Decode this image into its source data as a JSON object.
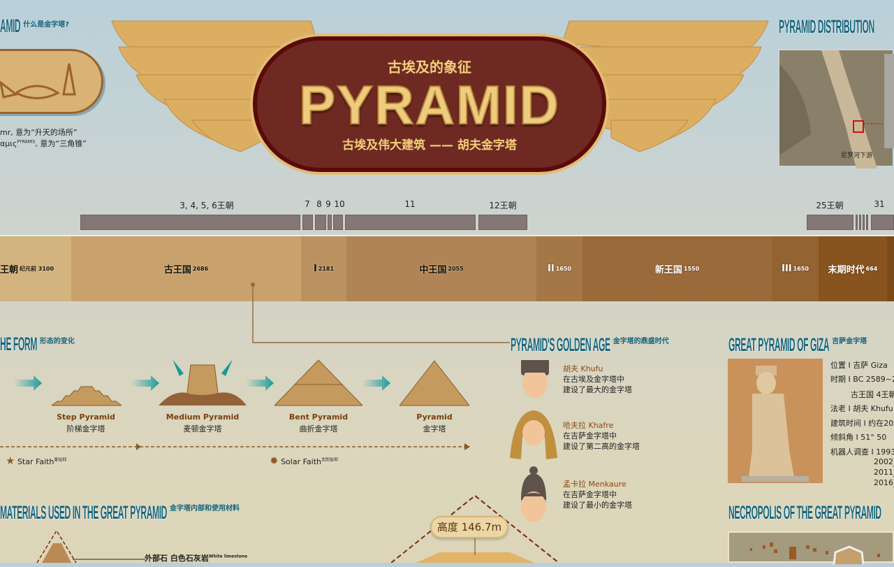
{
  "intro": {
    "title": "AMID",
    "title_cn": "什么是金字塔?",
    "line1": "mr, 意为“升天的场所”",
    "line2_pre": "αμις",
    "line2_sup": "PYRAMIS",
    "line2_post": ", 意为“三角锥”"
  },
  "banner": {
    "top": "古埃及的象征",
    "title": "PYRAMID",
    "bottom": "古埃及伟大建筑 —— 胡夫金字塔"
  },
  "distribution": {
    "title": "PYRAMID DISTRIBUTION",
    "map_label": "尼罗河下游"
  },
  "dynasties": [
    {
      "label": "3, 4, 5, 6王朝"
    },
    {
      "label": "7"
    },
    {
      "label": "8"
    },
    {
      "label": "9"
    },
    {
      "label": "10"
    },
    {
      "label": "11"
    },
    {
      "label": "12王朝"
    },
    {
      "label": "25王朝"
    },
    {
      "label": "31"
    }
  ],
  "eras": [
    {
      "name": "王朝",
      "year": "纪元前 3100",
      "color": "#d3b37e"
    },
    {
      "name": "古王国",
      "year": "2686",
      "color": "#c8a16c"
    },
    {
      "name": "I",
      "year": "2181",
      "color": "#ba925f"
    },
    {
      "name": "中王国",
      "year": "2055",
      "color": "#b08454"
    },
    {
      "name": "II",
      "year": "1650",
      "color": "#a67746"
    },
    {
      "name": "新王国",
      "year": "1550",
      "color": "#9a6a3b"
    },
    {
      "name": "III",
      "year": "1650",
      "color": "#936332"
    },
    {
      "name": "末期时代",
      "year": "664",
      "color": "#87541f"
    }
  ],
  "form": {
    "title": "HE FORM",
    "title_cn": "形态的变化",
    "stages": [
      {
        "en": "Step Pyramid",
        "cn": "阶梯金字塔"
      },
      {
        "en": "Medium Pyramid",
        "cn": "麦顿金字塔"
      },
      {
        "en": "Bent Pyramid",
        "cn": "曲折金字塔"
      },
      {
        "en": "Pyramid",
        "cn": "金字塔"
      }
    ],
    "faith1": "Star Faith",
    "faith1_cn": "星信仰",
    "faith2": "Solar Faith",
    "faith2_cn": "太阳信仰"
  },
  "golden_age": {
    "title": "PYRAMID'S GOLDEN AGE",
    "title_cn": "金字塔的鼎盛时代",
    "kings": [
      {
        "name": "胡夫 Khufu",
        "l1": "在古埃及金字塔中",
        "l2": "建设了最大的金字塔"
      },
      {
        "name": "哈夫拉 Khafre",
        "l1": "在吉萨金字塔中",
        "l2": "建设了第二高的金字塔"
      },
      {
        "name": "孟卡拉 Menkaure",
        "l1": "在吉萨金字塔中",
        "l2": "建设了最小的金字塔"
      }
    ]
  },
  "giza": {
    "title": "GREAT PYRAMID OF GIZA",
    "title_cn": "吉萨金字塔",
    "rows": [
      "位置 I 吉萨 Giza",
      "时期 I BC 2589~2",
      "古王国 4王朝",
      "法老 I 胡夫 Khufu",
      "建筑时间 I 约在20",
      "倾斜角 I 51°  50",
      "机器人调查 I 1993_",
      "2002_",
      "2011_",
      "2016_"
    ]
  },
  "materials": {
    "title": "MATERIALS USED IN THE GREAT PYRAMID",
    "title_cn": "金字塔内部和使用材料",
    "outer": "外部石  白色石灰岩",
    "outer_en": "White limestone",
    "height": "高度 146.7m"
  },
  "necropolis": {
    "title": "NECROPOLIS OF THE GREAT PYRAMID"
  },
  "colors": {
    "teal": "#17657c",
    "gold": "#dcae62",
    "banner": "#6e2a22",
    "dynasty_bar": "#857775"
  }
}
